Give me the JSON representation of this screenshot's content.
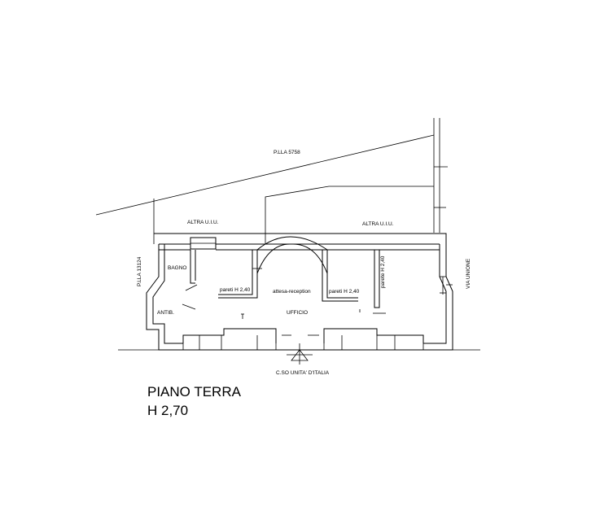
{
  "labels": {
    "parcel_5758": "P.LLA 5758",
    "altra_left": "ALTRA U.I.U.",
    "altra_right": "ALTRA U.I.U.",
    "parcel_13124": "P.LLA 13124",
    "via_unione": "VIA UNIONE",
    "bagno": "BAGNO",
    "antib": "ANTIB.",
    "pareti_left": "pareti H 2,40",
    "attesa": "attesa-reception",
    "pareti_right": "pareti H 2,40",
    "parete_vertical": "parete H 2,40",
    "ufficio": "UFFICIO",
    "street": "C.SO UNITA' D'ITALIA"
  },
  "title": {
    "line1": "PIANO TERRA",
    "line2": "H 2,70"
  }
}
